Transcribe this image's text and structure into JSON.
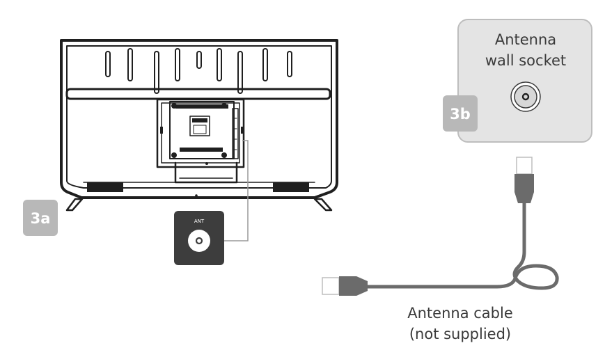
{
  "step_labels": {
    "tv": "3a",
    "wall": "3b"
  },
  "ant_port": {
    "label": "ANT"
  },
  "wall_socket": {
    "title_line1": "Antenna",
    "title_line2": "wall socket"
  },
  "cable": {
    "caption_line1": "Antenna cable",
    "caption_line2": "(not supplied)"
  },
  "colors": {
    "outline": "#1f1f1f",
    "badge": "#b8b8b8",
    "panel": "#e4e4e4",
    "cable": "#6b6b6b",
    "port_panel": "#3d3d3d"
  }
}
